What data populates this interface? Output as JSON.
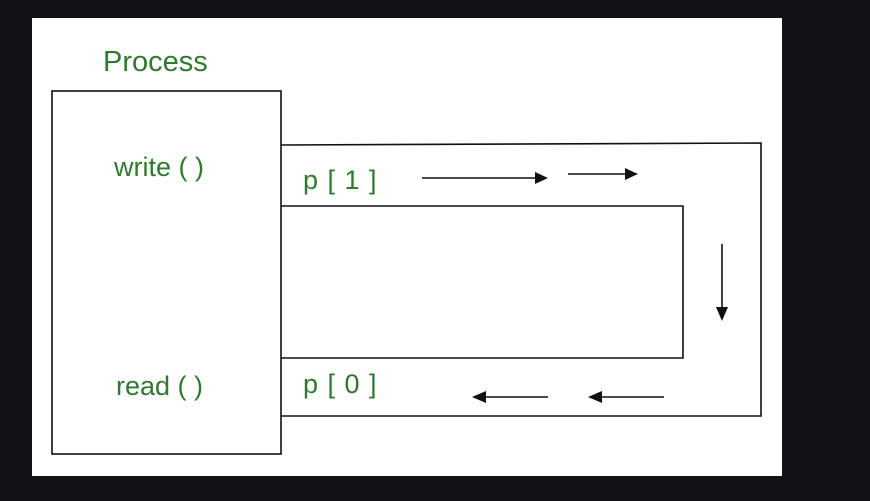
{
  "diagram": {
    "title": "Process",
    "write_label": "write ( )",
    "read_label": "read ( )",
    "write_end_label": "p [ 1 ]",
    "read_end_label": "p [ 0 ]"
  },
  "colors": {
    "label": "#2f7a2f",
    "stroke": "#111111",
    "canvas": "#ffffff",
    "background": "#111217"
  }
}
